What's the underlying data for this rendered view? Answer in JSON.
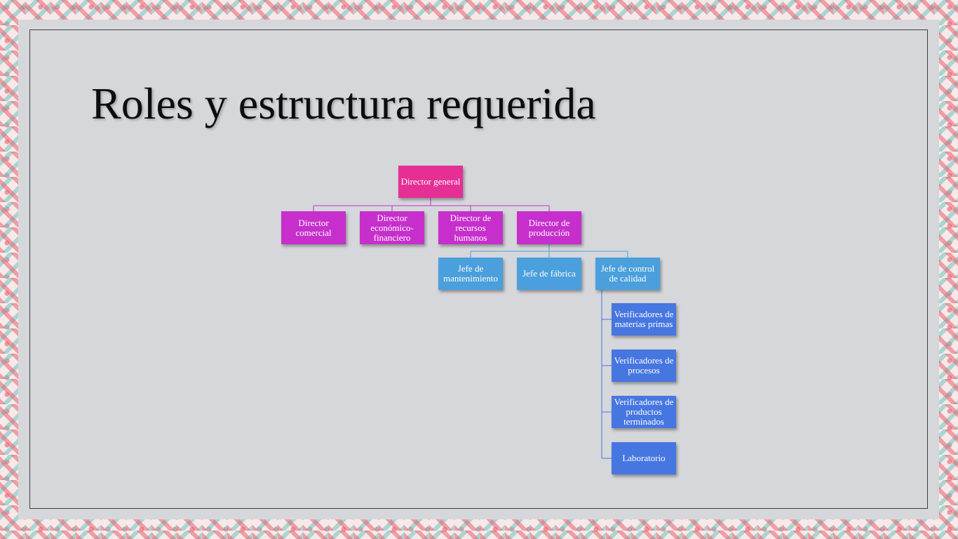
{
  "slide": {
    "title": "Roles y estructura requerida"
  },
  "org_chart": {
    "root": "Director general",
    "directors": [
      "Director comercial",
      "Director económico-financiero",
      "Director de recursos humanos",
      "Director de producción"
    ],
    "production_reports": [
      "Jefe de mantenimiento",
      "Jefe de fábrica",
      "Jefe de control de calidad"
    ],
    "quality_reports": [
      "Verificadores de materias primas",
      "Verificadores de procesos",
      "Verificadores de productos terminados",
      "Laboratorio"
    ]
  },
  "colors": {
    "root": "#e52f95",
    "directors": "#c62fcc",
    "production_reports": "#4a9fdc",
    "quality_reports": "#4676e0"
  }
}
